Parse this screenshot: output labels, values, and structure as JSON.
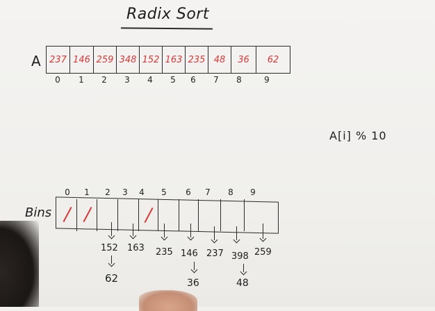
{
  "title": "Radix Sort",
  "array_label": "A",
  "array_values": [
    "237",
    "146",
    "259",
    "348",
    "152",
    "163",
    "235",
    "48",
    "36",
    "62"
  ],
  "array_indices": [
    "0",
    "1",
    "2",
    "3",
    "4",
    "5",
    "6",
    "7",
    "8",
    "9"
  ],
  "formula": "A[i] % 10",
  "bins_label": "Bins",
  "bin_indices": [
    "0",
    "1",
    "2",
    "3",
    "4",
    "5",
    "6",
    "7",
    "8",
    "9"
  ],
  "bins": {
    "b2_top": "152",
    "b2_bottom": "62",
    "b3_top": "163",
    "b5_top": "235",
    "b6_top": "146",
    "b6_bottom": "36",
    "b7_top": "237",
    "b8_top": "398",
    "b8_bottom": "48",
    "b9_top": "259"
  }
}
